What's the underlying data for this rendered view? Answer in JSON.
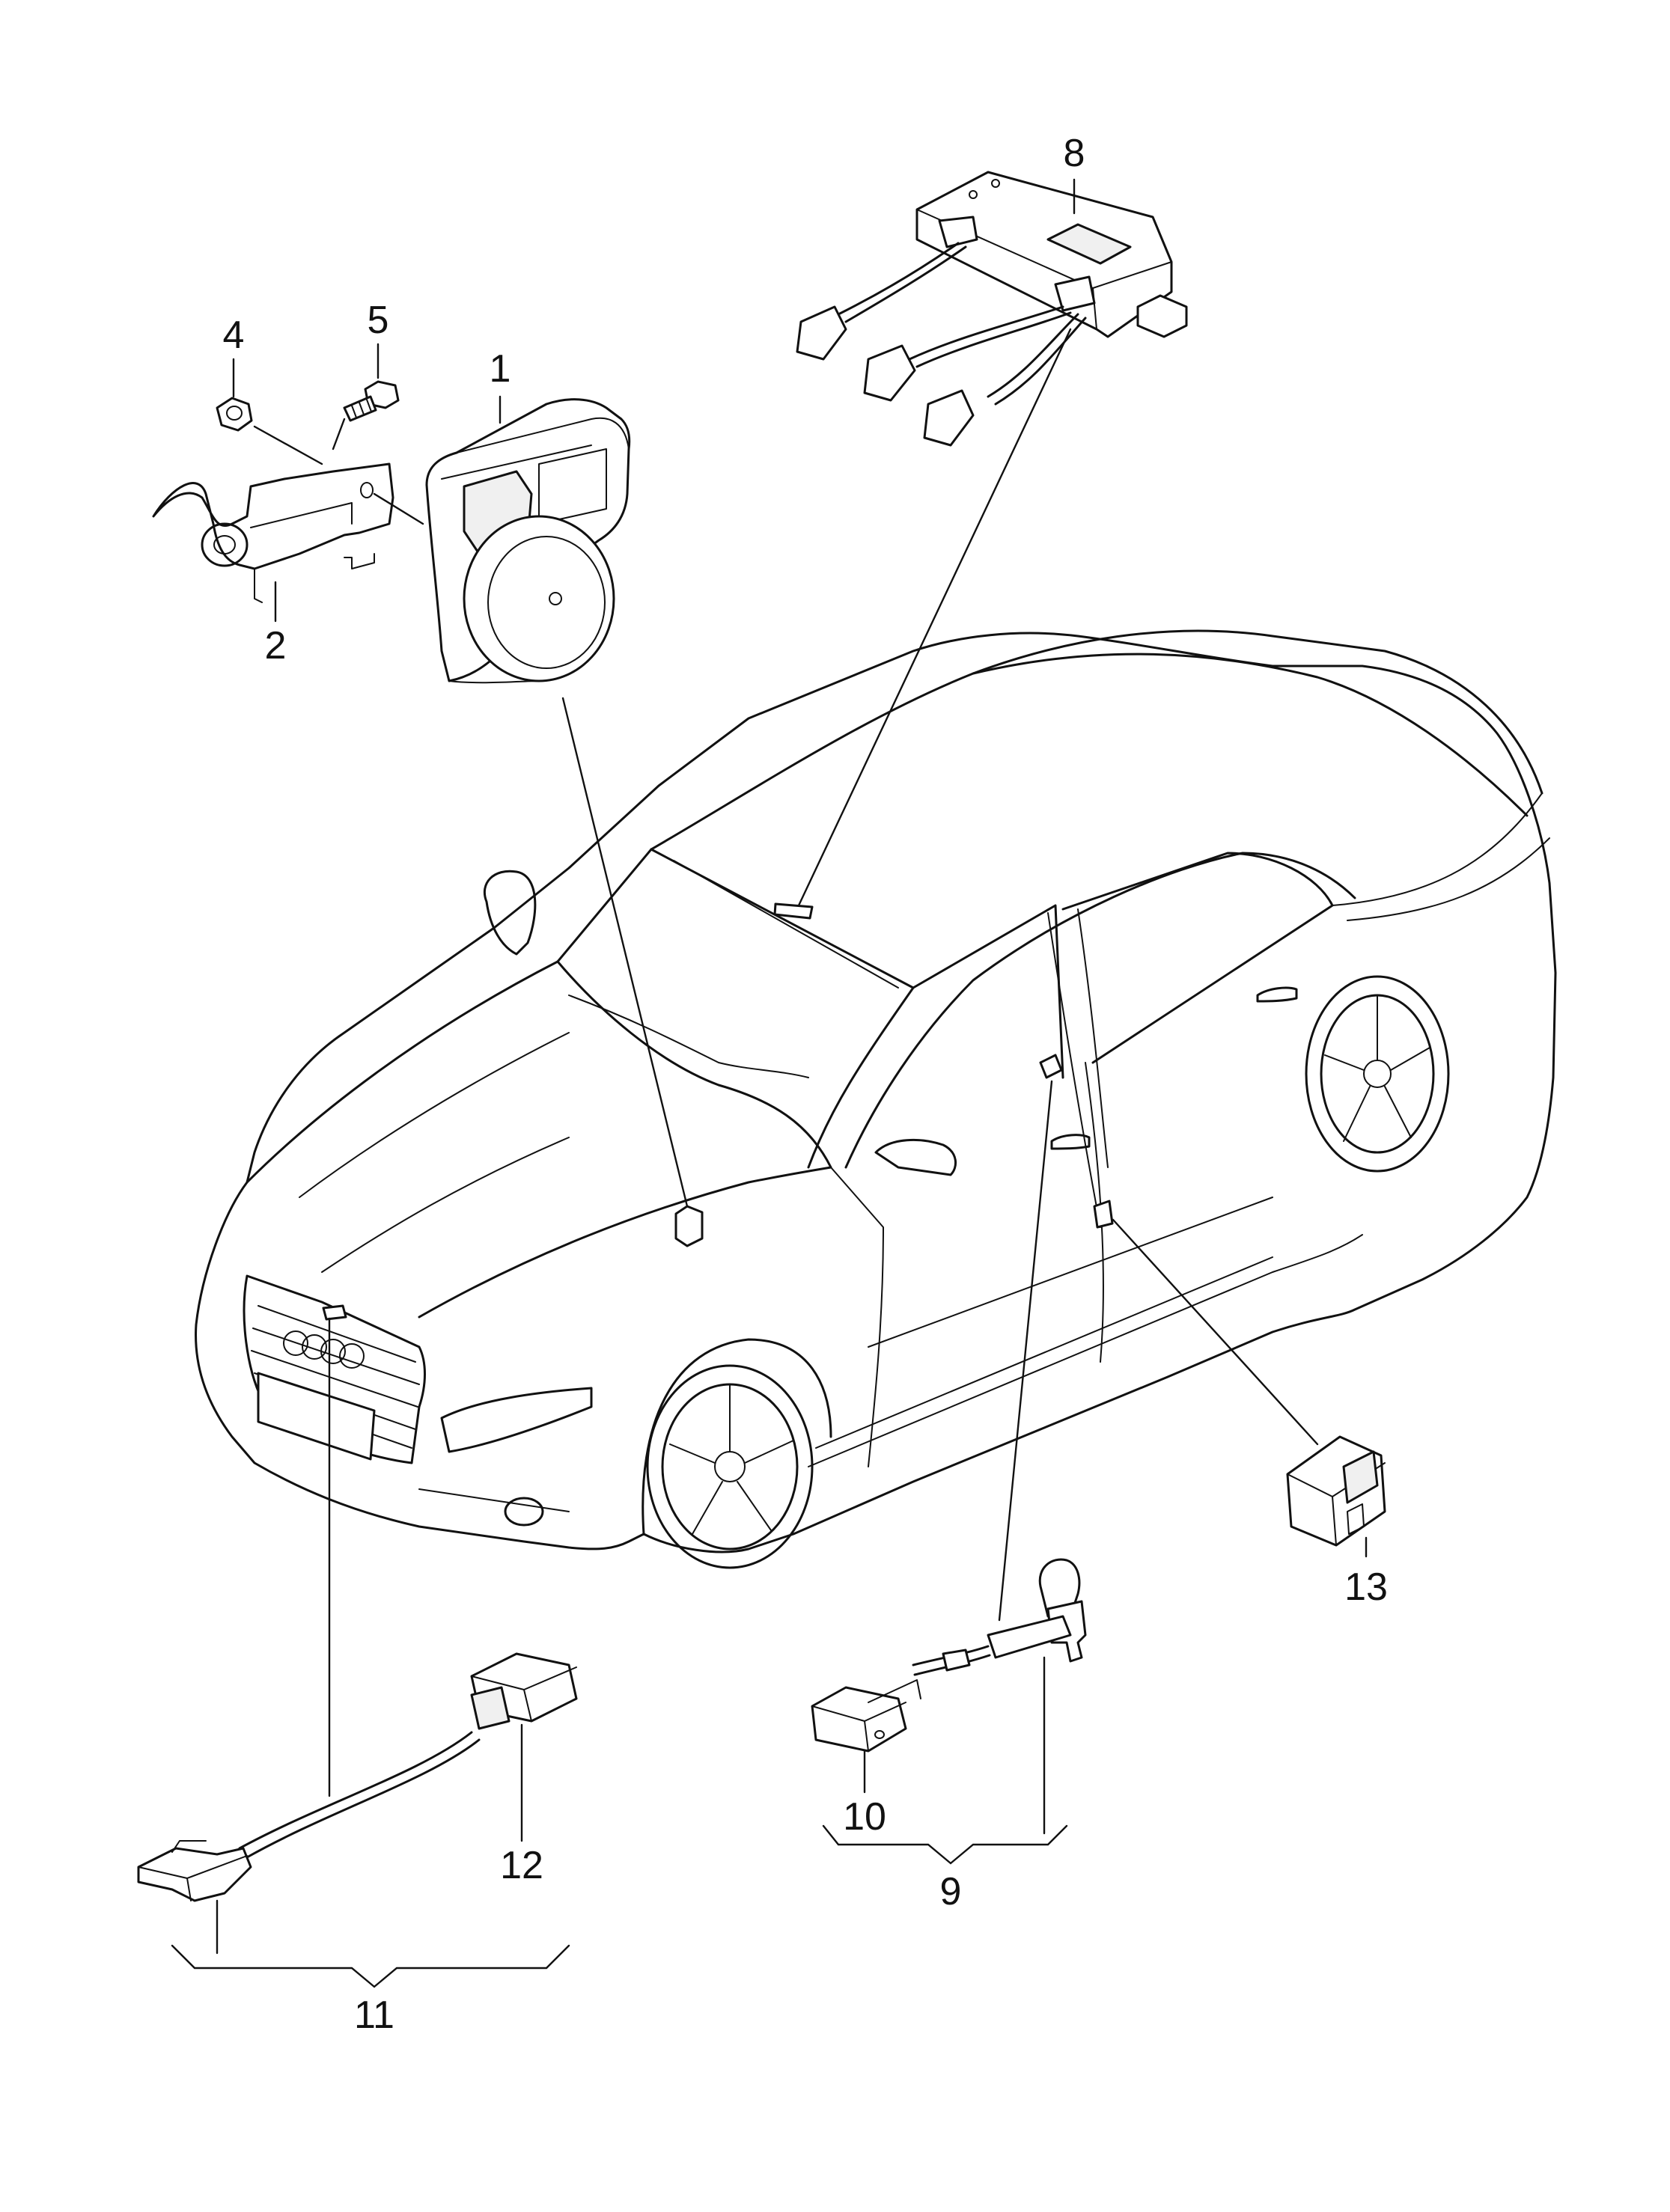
{
  "callouts": {
    "c1": "1",
    "c2": "2",
    "c4": "4",
    "c5": "5",
    "c8": "8",
    "c9": "9",
    "c10": "10",
    "c11": "11",
    "c12": "12",
    "c13": "13"
  },
  "colors": {
    "line": "#111111",
    "background": "#ffffff"
  }
}
